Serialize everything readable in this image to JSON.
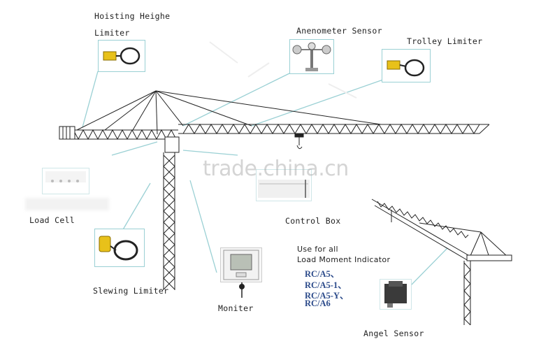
{
  "labels": {
    "hoisting_line1": "Hoisting Heighe",
    "hoisting_line2": "Limiter",
    "anemometer": "Anenometer Sensor",
    "trolley": "Trolley Limiter",
    "load_cell": "Load Cell",
    "control_box": "Control Box",
    "slewing": "Slewing Limiter",
    "monitor": "Moniter",
    "angle": "Angel Sensor"
  },
  "usage": {
    "line1": "Use for all",
    "line2": "Load Moment Indicator",
    "models": [
      "RC/A5、",
      "RC/A5-1、",
      "RC/A5-Y、",
      "RC/A6"
    ]
  },
  "watermark": "trade.china.cn",
  "colors": {
    "leader_line": "#9ad0d4",
    "model_text": "#2b4a8a",
    "sensor_yellow": "#e8c11a"
  }
}
